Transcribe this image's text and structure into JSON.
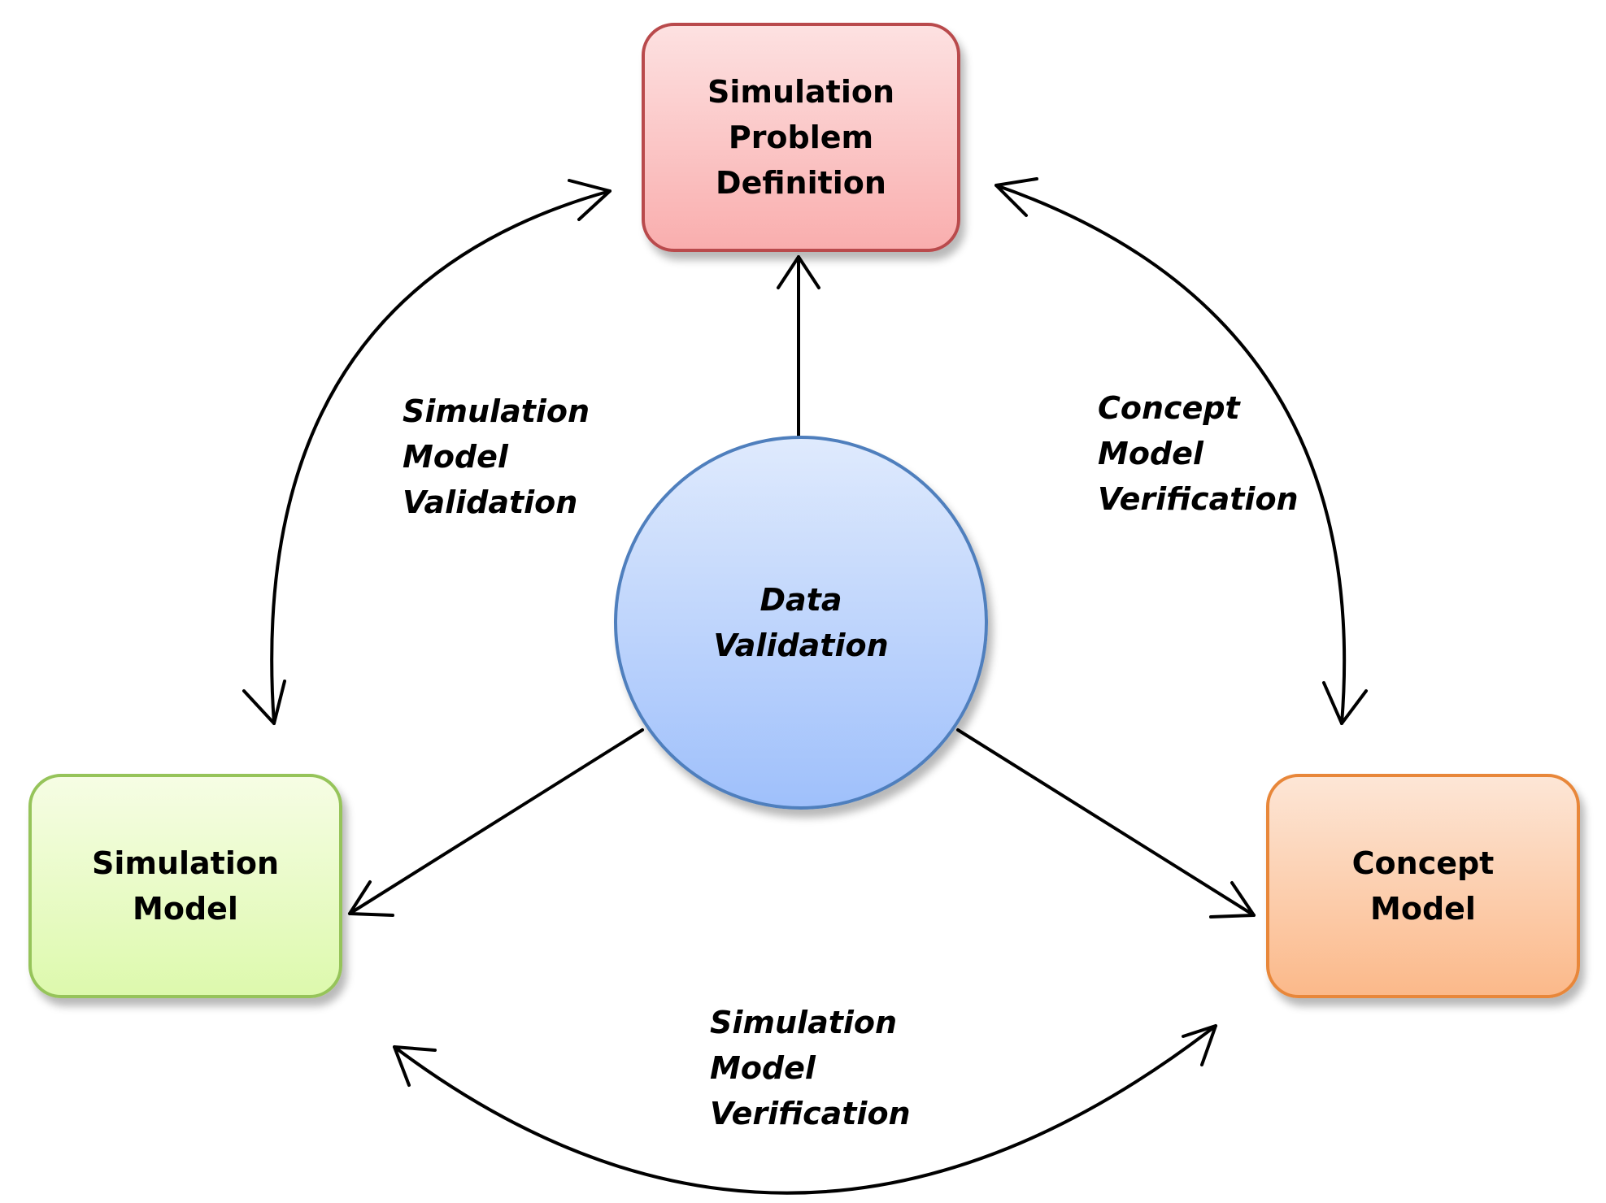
{
  "nodes": {
    "problem_definition": {
      "lines": [
        "Simulation",
        "Problem",
        "Definition"
      ]
    },
    "simulation_model": {
      "lines": [
        "Simulation",
        "Model"
      ]
    },
    "concept_model": {
      "lines": [
        "Concept",
        "Model"
      ]
    },
    "data_validation": {
      "lines": [
        "Data",
        "Validation"
      ]
    }
  },
  "edges": [
    {
      "from": "simulation_model",
      "to": "problem_definition",
      "direction": "bidirectional",
      "label": [
        "Simulation",
        "Model",
        "Validation"
      ]
    },
    {
      "from": "problem_definition",
      "to": "concept_model",
      "direction": "bidirectional",
      "label": [
        "Concept",
        "Model",
        "Verification"
      ]
    },
    {
      "from": "simulation_model",
      "to": "concept_model",
      "direction": "bidirectional",
      "label": [
        "Simulation",
        "Model",
        "Verification"
      ]
    },
    {
      "from": "data_validation",
      "to": "problem_definition",
      "direction": "forward"
    },
    {
      "from": "data_validation",
      "to": "simulation_model",
      "direction": "forward"
    },
    {
      "from": "data_validation",
      "to": "concept_model",
      "direction": "forward"
    }
  ],
  "colors": {
    "problem_definition_border": "#b94a4c",
    "problem_definition_fill": "#f9aeae",
    "simulation_model_border": "#96c45a",
    "simulation_model_fill": "#ddf9ad",
    "concept_model_border": "#e8873a",
    "concept_model_fill": "#fbb98a",
    "data_validation_border": "#4f7fbd",
    "data_validation_fill": "#9fc0fb",
    "arrow": "#000000"
  }
}
